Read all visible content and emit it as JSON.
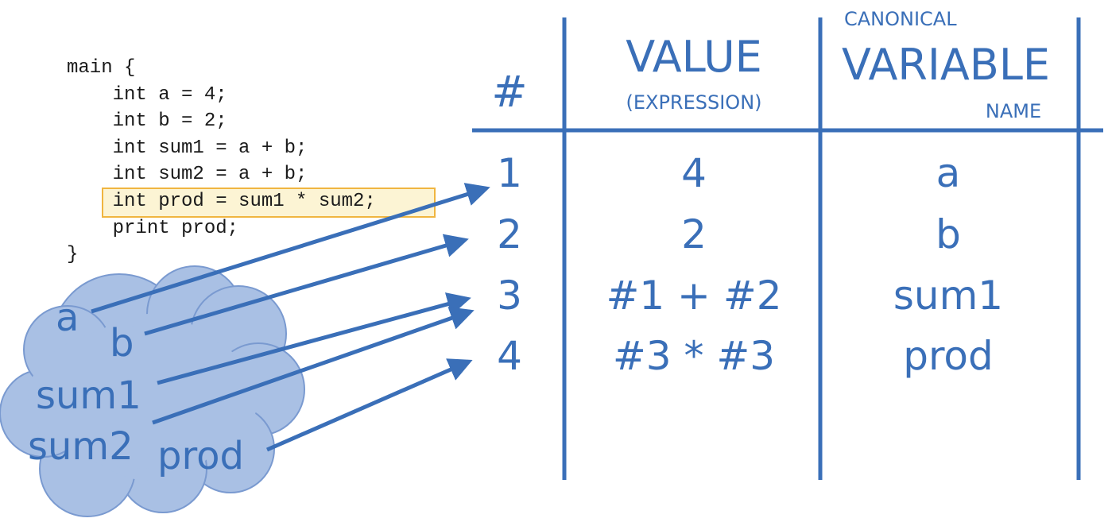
{
  "code": {
    "lines": [
      "main {",
      "    int a = 4;",
      "    int b = 2;",
      "    int sum1 = a + b;",
      "    int sum2 = a + b;",
      "    int prod = sum1 * sum2;",
      "    print prod;",
      "}"
    ],
    "highlighted_line": 5
  },
  "table": {
    "headers": {
      "number": "#",
      "value_main": "VALUE",
      "value_sub": "(EXPRESSION)",
      "canonical_top": "CANONICAL",
      "canonical_main": "VARIABLE",
      "canonical_bottom": "NAME"
    },
    "rows": [
      {
        "number": "1",
        "value": "4",
        "name": "a"
      },
      {
        "number": "2",
        "value": "2",
        "name": "b"
      },
      {
        "number": "3",
        "value": "#1 + #2",
        "name": "sum1"
      },
      {
        "number": "4",
        "value": "#3 * #3",
        "name": "prod"
      }
    ]
  },
  "cloud": {
    "names": [
      "a",
      "b",
      "sum1",
      "sum2",
      "prod"
    ]
  },
  "mappings": [
    {
      "from": "a",
      "to": "1"
    },
    {
      "from": "b",
      "to": "2"
    },
    {
      "from": "sum1",
      "to": "3"
    },
    {
      "from": "sum2",
      "to": "3"
    },
    {
      "from": "prod",
      "to": "4"
    }
  ],
  "colors": {
    "primary": "#3a6fb8",
    "cloud_fill": "#a9c0e4",
    "cloud_stroke": "#7a9ad0",
    "highlight_fill": "#fcf4d4",
    "highlight_border": "#f0b540",
    "code_text": "#1a1a1a"
  }
}
